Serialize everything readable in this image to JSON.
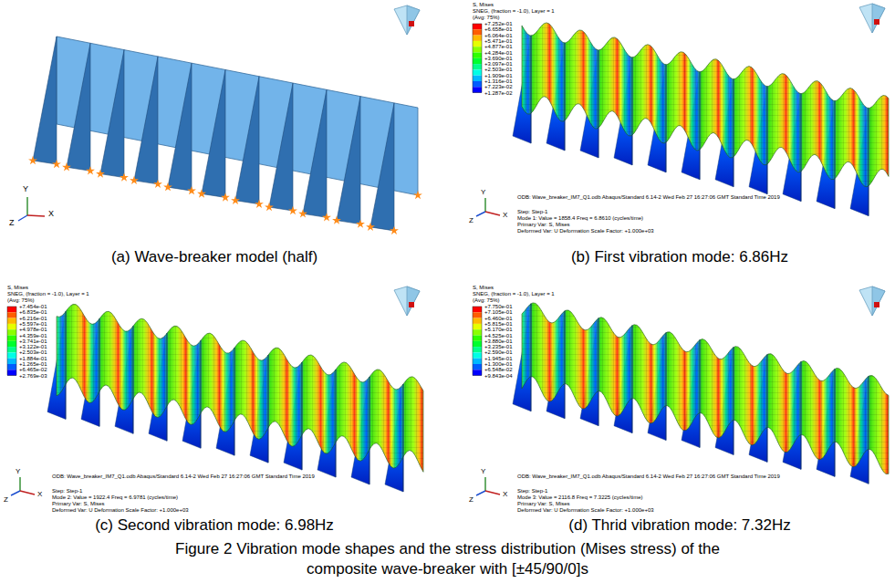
{
  "diagram": {
    "caption": "Figure 2 Vibration mode shapes and the stress distribution (Mises stress) of the composite wave-breaker with [±45/90/0]s",
    "labels": [
      "Y",
      "Z",
      "X",
      "(a) Wave-breaker model (half)",
      "S, Mises",
      "SNEG, (fraction = -1.0), Layer = 1",
      "(Avg: 75%)",
      "+7.252e-01",
      "+6.658e-01",
      "+6.064e-01",
      "+5.471e-01",
      "+4.877e-01",
      "+4.284e-01",
      "+3.690e-01",
      "+3.097e-01",
      "+2.503e-01",
      "+1.909e-01",
      "+1.316e-01",
      "+7.223e-02",
      "+1.287e-02",
      "ODB: Wave_breaker_IM7_Q1.odb Abaqus/Standard 6.14-2 Wed Feb 27 16:27:06 GMT Standard Time 2019",
      "Step: Step-1",
      "Mode 1: Value = 1858.4 Freq = 6.8610 (cycles/time)",
      "Primary Var: S, Mises",
      "Deformed Var: U Deformation Scale Factor: +1.000e+03",
      "Y",
      "Z",
      "X",
      "(b) First vibration mode: 6.86Hz",
      "S, Mises",
      "SNEG, (fraction = -1.0), Layer = 1",
      "(Avg: 75%)",
      "+7.454e-01",
      "+6.835e-01",
      "+6.216e-01",
      "+5.597e-01",
      "+4.978e-01",
      "+4.359e-01",
      "+3.741e-01",
      "+3.122e-01",
      "+2.503e-01",
      "+1.884e-01",
      "+1.265e-01",
      "+6.465e-02",
      "+2.769e-03",
      "ODB: Wave_breaker_IM7_Q1.odb Abaqus/Standard 6.14-2 Wed Feb 27 16:27:06 GMT Standard Time 2019",
      "Step: Step-1",
      "Mode 2: Value = 1922.4 Freq = 6.9781 (cycles/time)",
      "Primary Var: S, Mises",
      "Deformed Var: U Deformation Scale Factor: +1.000e+03",
      "Y",
      "Z",
      "X",
      "(c) Second vibration mode: 6.98Hz",
      "S, Mises",
      "SNEG, (fraction = -1.0), Layer = 1",
      "(Avg: 75%)",
      "+7.750e-01",
      "+7.105e-01",
      "+6.460e-01",
      "+5.815e-01",
      "+5.170e-01",
      "+4.525e-01",
      "+3.880e-01",
      "+3.235e-01",
      "+2.590e-01",
      "+1.945e-01",
      "+1.300e-01",
      "+6.548e-02",
      "+9.843e-04",
      "ODB: Wave_breaker_IM7_Q1.odb Abaqus/Standard 6.14-2 Wed Feb 27 16:27:06 GMT Standard Time 2019",
      "Step: Step-1",
      "Mode 3: Value = 2116.8 Freq = 7.3225 (cycles/time)",
      "Primary Var: S, Mises",
      "Deformed Var: U Deformation Scale Factor: +1.000e+03",
      "Y",
      "Z",
      "X",
      "(d) Thrid vibration mode: 7.32Hz"
    ]
  }
}
